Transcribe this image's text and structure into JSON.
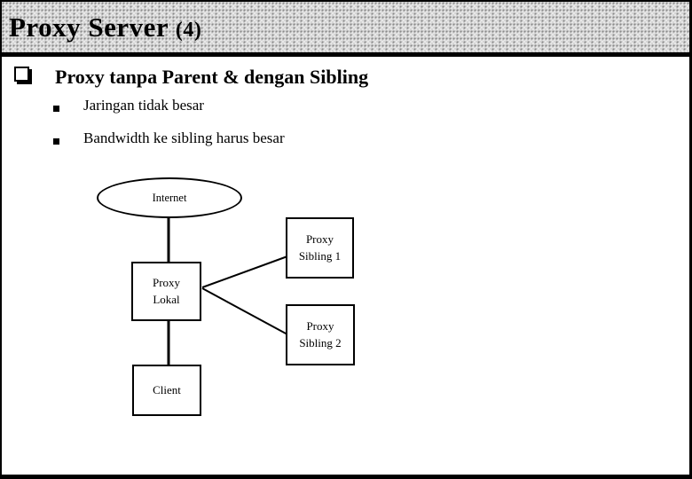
{
  "title": {
    "text": "Proxy Server ",
    "suffix": "(4)"
  },
  "content": {
    "heading": "Proxy tanpa Parent & dengan Sibling",
    "sub_bullets": [
      "Jaringan tidak besar",
      "Bandwidth ke sibling harus besar"
    ]
  },
  "diagram": {
    "nodes": {
      "internet": {
        "label": "Internet",
        "shape": "ellipse"
      },
      "proxy_lokal": {
        "label": "Proxy\nLokal",
        "shape": "rect"
      },
      "proxy_sibling_1": {
        "label": "Proxy\nSibling 1",
        "shape": "rect"
      },
      "proxy_sibling_2": {
        "label": "Proxy\nSibling 2",
        "shape": "rect"
      },
      "client": {
        "label": "Client",
        "shape": "rect"
      }
    },
    "edges": [
      {
        "from": "internet",
        "to": "proxy_lokal"
      },
      {
        "from": "proxy_lokal",
        "to": "proxy_sibling_1"
      },
      {
        "from": "proxy_lokal",
        "to": "proxy_sibling_2"
      },
      {
        "from": "proxy_lokal",
        "to": "client"
      }
    ]
  },
  "colors": {
    "slide_border": "#000000",
    "title_text": "#000000",
    "title_bar_base": "#e2e2e2",
    "title_bar_dots": "#8a8a8a",
    "separator": "#000000",
    "diagram_stroke": "#000000",
    "background": "#ffffff"
  }
}
